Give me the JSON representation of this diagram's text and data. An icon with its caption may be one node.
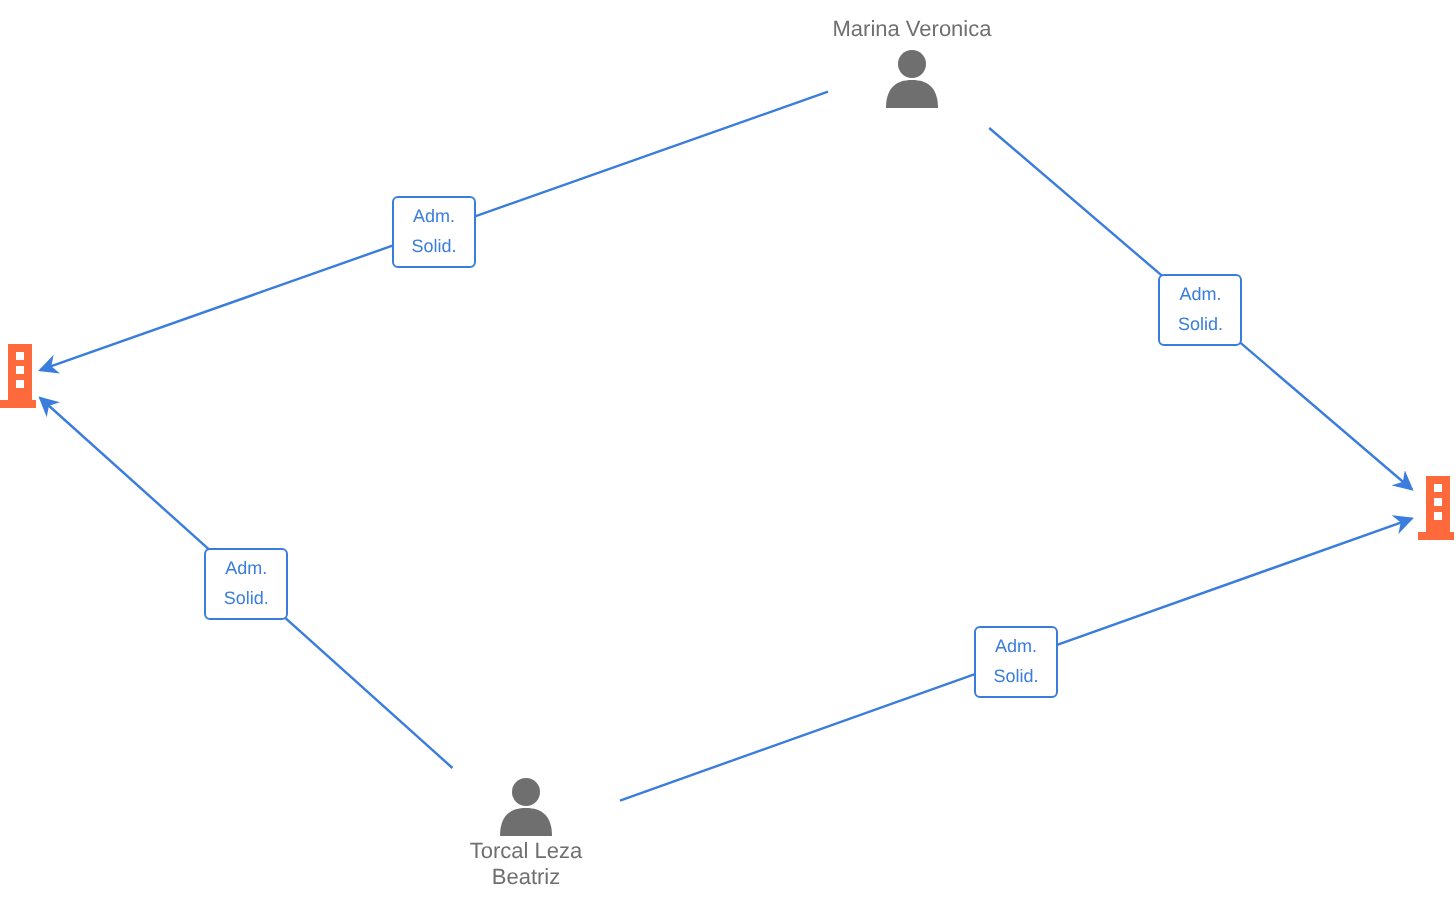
{
  "diagram": {
    "nodes": [
      {
        "text": [
          "Marina Veronica"
        ]
      },
      {
        "text": [],
        "shape": "building"
      },
      {
        "text": [],
        "shape": "building"
      },
      {
        "text": [
          "Torcal Leza Beatriz"
        ]
      }
    ],
    "edges": [
      {
        "from": 0,
        "to": 1,
        "arrow": "to",
        "label": "Adm. Solid."
      },
      {
        "from": 0,
        "to": 2,
        "arrow": "to",
        "label": "Adm. Solid."
      },
      {
        "from": 3,
        "to": 1,
        "arrow": "to",
        "label": "Adm. Solid."
      },
      {
        "from": 3,
        "to": 2,
        "arrow": "to",
        "label": "Adm. Solid."
      }
    ]
  }
}
